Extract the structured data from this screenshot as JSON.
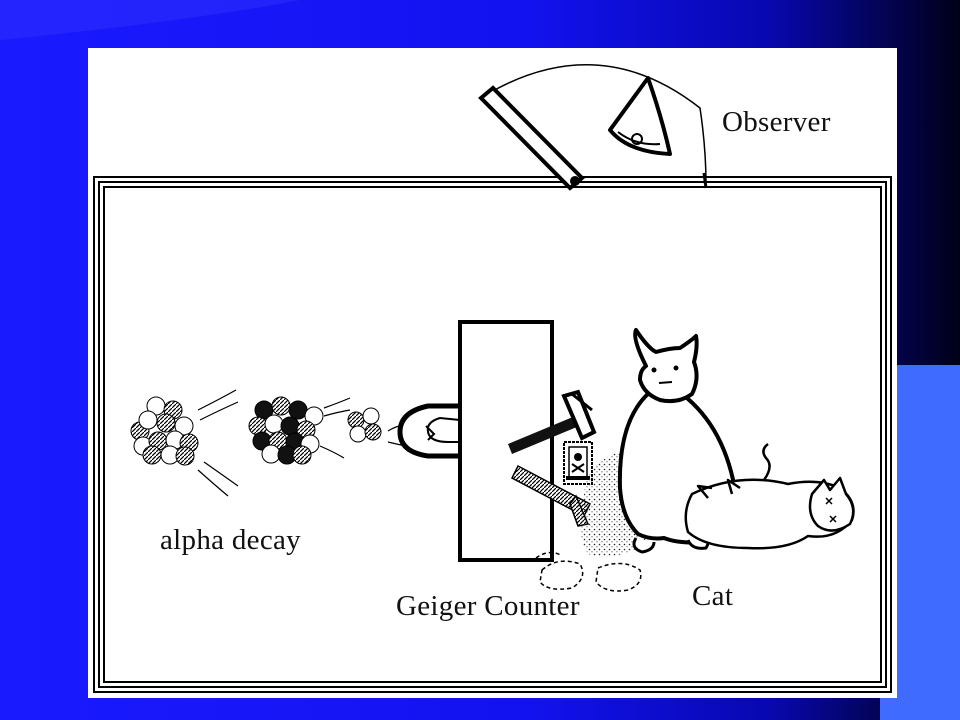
{
  "slide": {
    "background_color": "#1010f0",
    "gradient_dark": "#000022",
    "accent_block_color": "#3f6cff",
    "panel_color": "#ffffff"
  },
  "diagram": {
    "labels": {
      "observer": "Observer",
      "alpha_decay": "alpha decay",
      "geiger_counter": "Geiger Counter",
      "cat": "Cat"
    },
    "icons": [
      "atom-nucleus-icon",
      "poison-vial-icon",
      "hammer-icon",
      "eye-icon",
      "cat-icon"
    ]
  }
}
